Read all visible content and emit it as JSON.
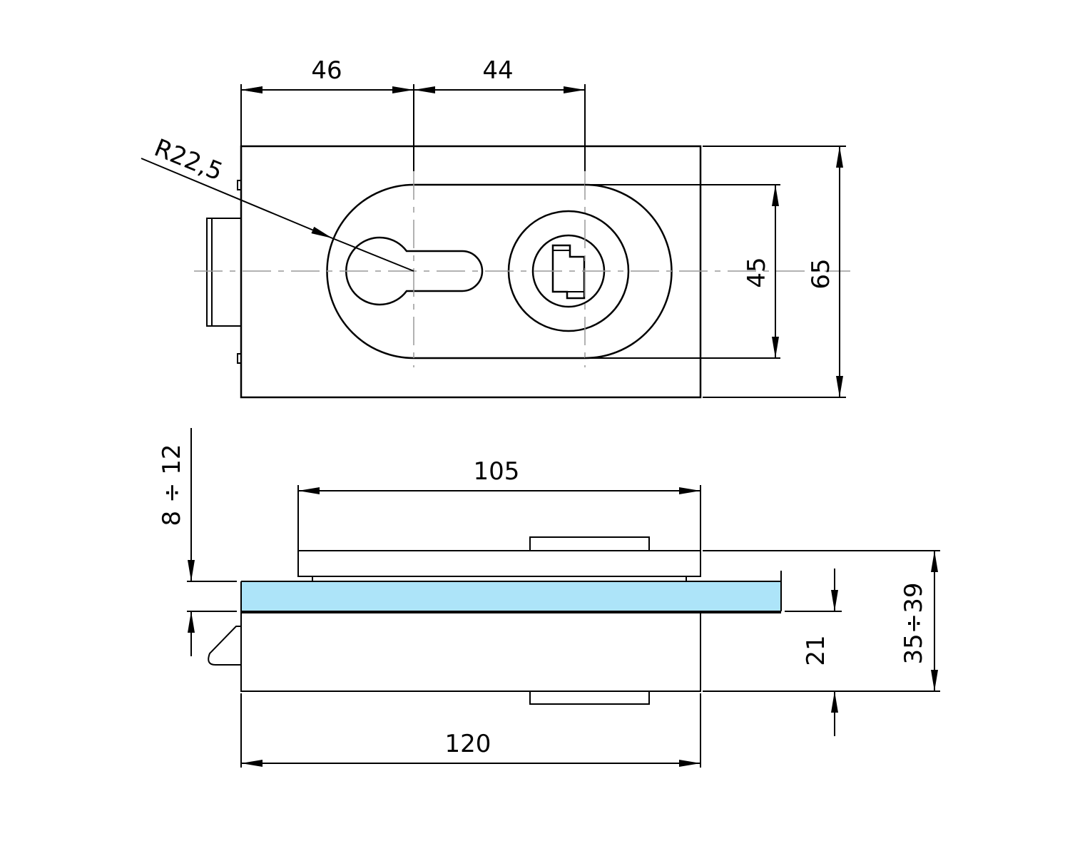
{
  "colors": {
    "brass_fill": "#fdf7c6",
    "glass_fill": "#ade4f9",
    "line": "#000000"
  },
  "top_view": {
    "dim_left": "46",
    "dim_right": "44",
    "radius_label": "R22,5",
    "dim_oval_height": "45",
    "dim_body_height": "65"
  },
  "side_view": {
    "dim_plate_length": "105",
    "dim_body_length": "120",
    "dim_glass_thickness": "8 ÷ 12",
    "dim_body_height": "21",
    "dim_total_height": "35÷39"
  }
}
